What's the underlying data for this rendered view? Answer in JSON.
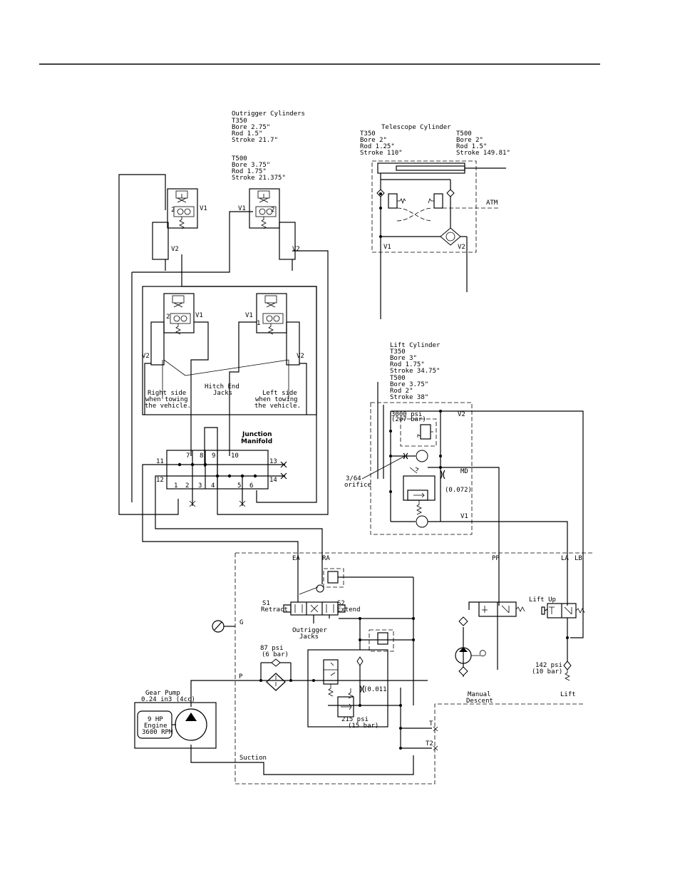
{
  "outrigger": {
    "title": "Outrigger Cylinders",
    "t350": "T350",
    "t350_bore": "Bore 2.75\"",
    "t350_rod": "Rod 1.5\"",
    "t350_stroke": "Stroke 21.7\"",
    "t500": "T500",
    "t500_bore": "Bore 3.75\"",
    "t500_rod": "Rod 1.75\"",
    "t500_stroke": "Stroke 21.375\""
  },
  "telescope": {
    "title": "Telescope Cylinder",
    "t350": "T350",
    "t350_bore": "Bore 2\"",
    "t350_rod": "Rod 1.25\"",
    "t350_stroke": "Stroke 110\"",
    "t500": "T500",
    "t500_bore": "Bore 2\"",
    "t500_rod": "Rod 1.5\"",
    "t500_stroke": "Stroke 149.81\"",
    "atm": "ATM",
    "v1": "V1",
    "v2": "V2"
  },
  "lift": {
    "title": "Lift Cylinder",
    "t350": "T350",
    "t350_bore": "Bore 3\"",
    "t350_rod": "Rod 1.75\"",
    "t350_stroke": "Stroke 34.75\"",
    "t500": "T500",
    "t500_bore": "Bore 3.75\"",
    "t500_rod": "Rod 2\"",
    "t500_stroke": "Stroke 38\"",
    "relief": "3000 psi",
    "relief_bar": "(207 bar)",
    "v2": "V2",
    "md": "MD",
    "v1": "V1",
    "orifice_size": "3/64",
    "orifice_word": "orifice",
    "orifice2": "(0.072)"
  },
  "jacks": {
    "v1": "V1",
    "v2": "V2",
    "port2": "2",
    "port1": "1",
    "hitch1": "Hitch End",
    "hitch2": "Jacks",
    "right1": "Right side",
    "right2": "when towing",
    "right3": "the vehicle.",
    "left1": "Left side",
    "left2": "when towing",
    "left3": "the vehicle."
  },
  "manifold": {
    "title1": "Junction",
    "title2": "Manifold",
    "ports": [
      "1",
      "2",
      "3",
      "4",
      "5",
      "6",
      "7",
      "8",
      "9",
      "10",
      "11",
      "12",
      "13",
      "14"
    ]
  },
  "pump_unit": {
    "ea": "EA",
    "ra": "RA",
    "pp": "PP",
    "la": "LA",
    "lb": "LB",
    "g": "G",
    "p": "P",
    "t": "T",
    "t2": "T2",
    "suction": "Suction",
    "s1": "S1",
    "retract": "Retract",
    "s2": "S2",
    "extend": "Extend",
    "outrigger1": "Outrigger",
    "outrigger2": "Jacks",
    "filter_psi": "87 psi",
    "filter_bar": "(6 bar)",
    "orifice": "(0.011",
    "relief_psi": "215 psi",
    "relief_bar": "(15 bar)",
    "lift_up": "Lift Up",
    "check_psi": "142 psi",
    "check_bar": "(10 bar)",
    "lift": "Lift",
    "manual1": "Manual",
    "manual2": "Descent"
  },
  "engine": {
    "pump1": "Gear Pump",
    "pump2": "0.24 in3 (4cc)",
    "hp": "9 HP",
    "engine": "Engine",
    "rpm": "3600 RPM"
  }
}
